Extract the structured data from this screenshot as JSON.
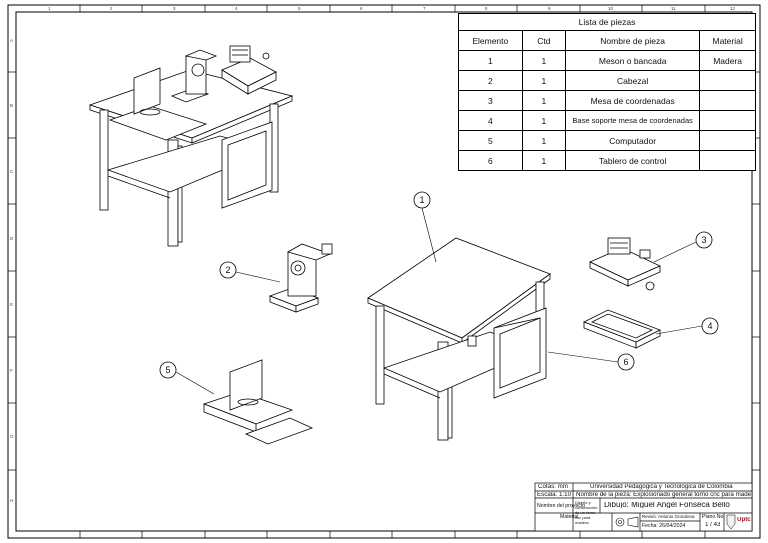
{
  "bom": {
    "title": "Lista de piezas",
    "headers": [
      "Elemento",
      "Ctd",
      "Nombre de pieza",
      "Material"
    ],
    "rows": [
      [
        "1",
        "1",
        "Meson o bancada",
        "Madera"
      ],
      [
        "2",
        "1",
        "Cabezal",
        ""
      ],
      [
        "3",
        "1",
        "Mesa de coordenadas",
        ""
      ],
      [
        "4",
        "1",
        "Base soporte mesa de coordenadas",
        ""
      ],
      [
        "5",
        "1",
        "Computador",
        ""
      ],
      [
        "6",
        "1",
        "Tablero de control",
        ""
      ]
    ]
  },
  "callouts": [
    "1",
    "2",
    "3",
    "4",
    "5",
    "6"
  ],
  "title_block": {
    "cotas": "Cotas: mm",
    "universidad": "Universidad Pedagógica y Tecnológica de Colombia",
    "escala": "Escala: 1:10",
    "nombre_pieza": "Nombre de la pieza: Explosionado general torno cnc para madera",
    "nombre_proyecto_label": "Nombre del proyecto",
    "nombre_proyecto": "Diseño y construcción de un torno cnc para madera",
    "dibujo": "Dibujo: Miguel Angel Fonseca Bello",
    "material_label": "Material",
    "reviso": "Revisó: Antonio Grondona",
    "fecha": "Fecha: 26/04/2024",
    "plano_label": "Plano No.",
    "plano_num": "1 / 43",
    "logo_text": "Uptc"
  },
  "zones": {
    "columns": [
      "1",
      "2",
      "3",
      "4",
      "5",
      "6",
      "7",
      "8",
      "9",
      "10",
      "11",
      "12"
    ],
    "rows": [
      "A",
      "B",
      "C",
      "D",
      "E",
      "F",
      "G",
      "H"
    ]
  }
}
